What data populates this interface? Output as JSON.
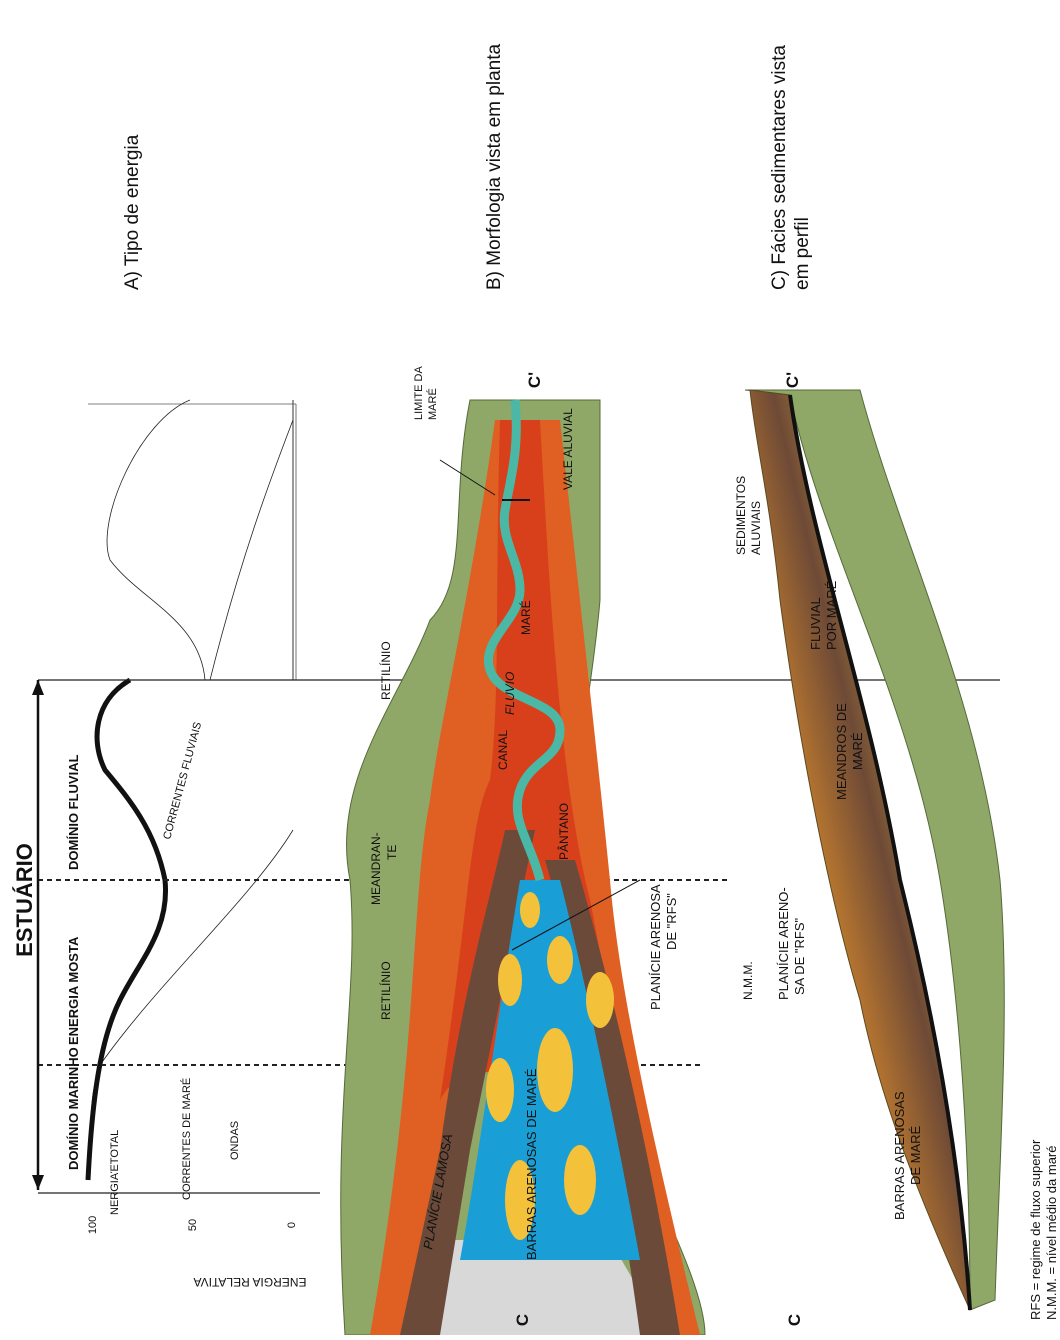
{
  "title": "ESTUÁRIO",
  "sections": {
    "a": "A) Tipo de energia",
    "b": "B) Morfologia vista em planta",
    "c1": "C) Fácies sedimentares vista",
    "c2": "em perfil"
  },
  "domains": {
    "marinho": "DOMÍNIO MARINHO",
    "mista": "ENERGIA MOSTA",
    "fluvial": "DOMÍNIO FLUVIAL"
  },
  "axis": {
    "label": "ENERGIA RELATIVA",
    "ticks": [
      "100",
      "50",
      "0"
    ]
  },
  "curves": {
    "total": "NERGIAΈTOTAL",
    "mare": "CORRENTES DE MARÉ",
    "ondas": "ONDAS",
    "fluviais": "CORRENTES FLUVIAIS"
  },
  "plan_labels": {
    "retilinio_1": "RETILÍNIO",
    "meandrante_1": "MEANDRAN-",
    "meandrante_2": "TE",
    "retilinio_2": "RETILÍNIO",
    "limite_1": "LIMITE DA",
    "limite_2": "MARÉ",
    "vale": "VALE ALUVIAL",
    "canal": "CANAL",
    "fluvio": "FLUVIO",
    "mare": "MARÉ",
    "pantano": "PÂNTANO",
    "planicie_arenosa_1": "PLANÍCIE ARENOSA",
    "planicie_arenosa_2": "DE \"RFS\"",
    "planicie_lamosa": "PLANÍCIE LAMOSA",
    "barras": "BARRAS ARENOSAS DE MARÉ"
  },
  "section_markers": {
    "c": "C",
    "c_prime": "C'"
  },
  "profile_labels": {
    "sed_1": "SEDIMENTOS",
    "sed_2": "ALUVIAIS",
    "fluvial_1": "FLUVIAL",
    "fluvial_2": "POR MARÉ",
    "meandros_1": "MEANDROS DE",
    "meandros_2": "MARÉ",
    "nmm": "N.M.M.",
    "planicie_1": "PLANÍCIE ARENO-",
    "planicie_2": "SA DE \"RFS\"",
    "barras_1": "BARRAS ARENOSAS",
    "barras_2": "DE MARÉ"
  },
  "notes": {
    "rfs": "RFS = regime de fluxo superior",
    "nmm": "N.M.M. = nível médio da maré"
  },
  "colors": {
    "green": "#8fa868",
    "red": "#d8401c",
    "orange": "#e05f22",
    "brown": "#6b4a3a",
    "blue": "#1a9ed6",
    "teal": "#4bb8a6",
    "yellow": "#f3c23a",
    "lightgray": "#d8d8d8",
    "paleyellow": "#e9e24a",
    "lightgreen": "#a9c07e"
  }
}
